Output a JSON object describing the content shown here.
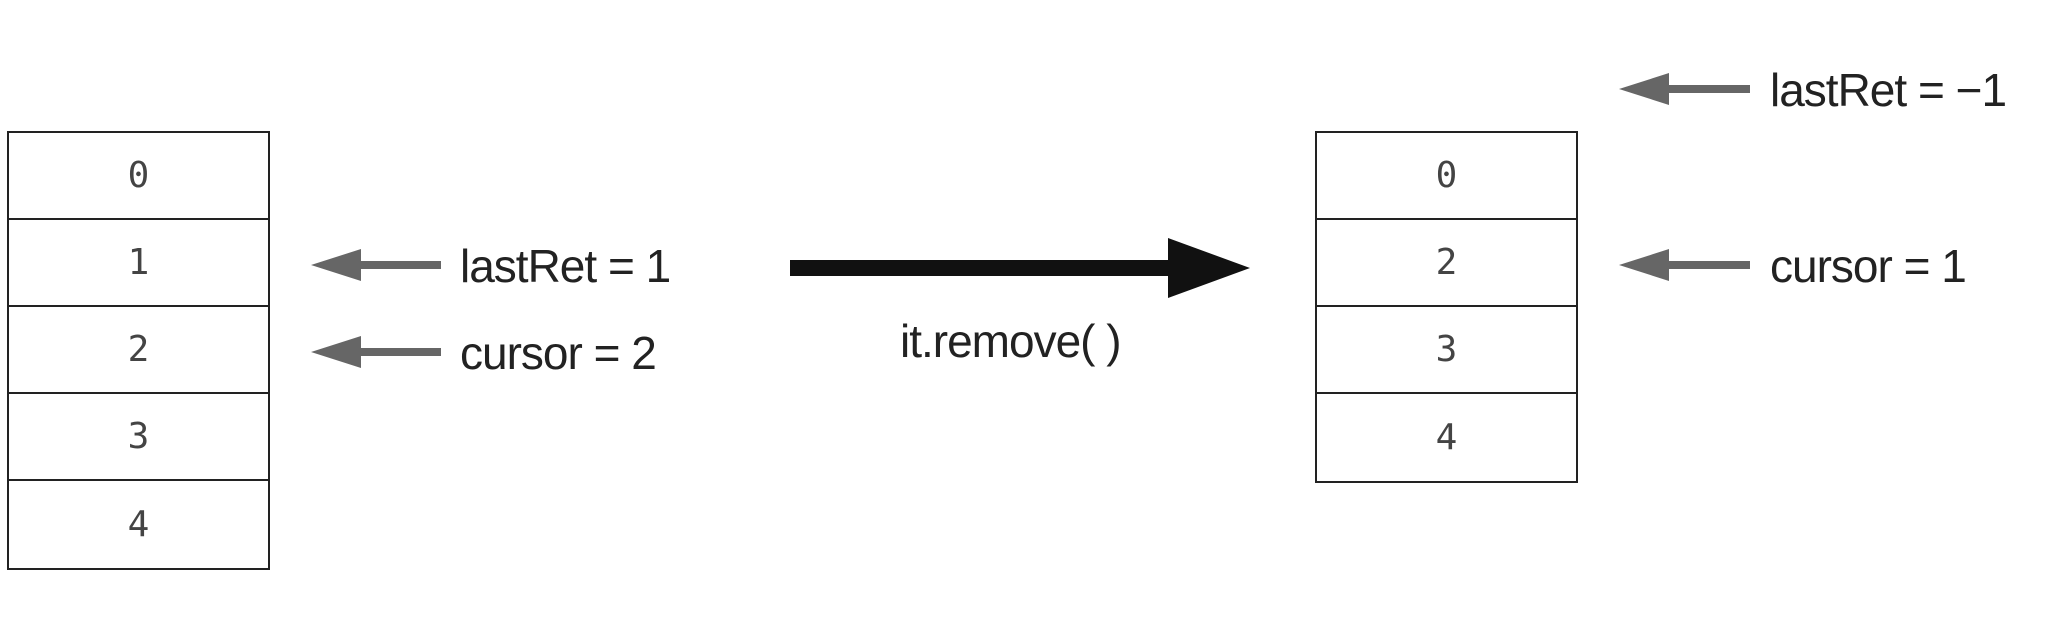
{
  "before": {
    "cells": [
      "0",
      "1",
      "2",
      "3",
      "4"
    ],
    "pointers": [
      {
        "label": "lastRet = 1"
      },
      {
        "label": "cursor = 2"
      }
    ]
  },
  "operation": {
    "label": "it.remove( )"
  },
  "after": {
    "cells": [
      "0",
      "2",
      "3",
      "4"
    ],
    "pointers": [
      {
        "label": "lastRet = −1"
      },
      {
        "label": "cursor = 1"
      }
    ]
  }
}
